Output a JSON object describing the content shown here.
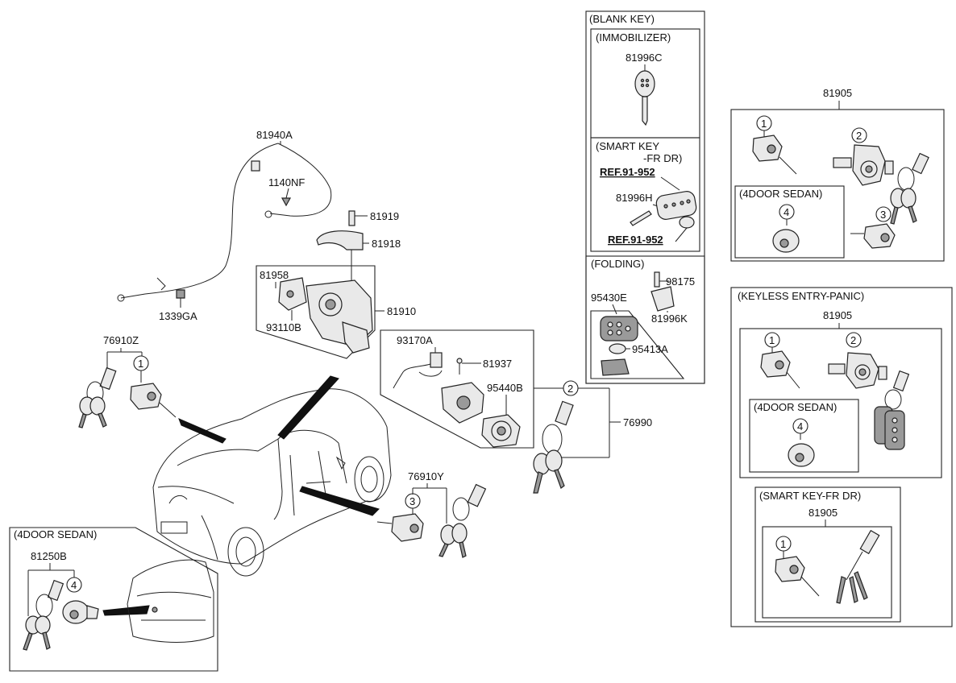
{
  "labels": {
    "p81940A": "81940A",
    "p1140NF": "1140NF",
    "p1339GA": "1339GA",
    "p81919": "81919",
    "p81918": "81918",
    "p81958": "81958",
    "p81910": "81910",
    "p93110B": "93110B",
    "p93170A": "93170A",
    "p81937": "81937",
    "p95440B": "95440B",
    "p76990": "76990",
    "p76910Z": "76910Z",
    "p76910Y": "76910Y",
    "p81250B": "81250B",
    "p81996C": "81996C",
    "p81996H": "81996H",
    "p95430E": "95430E",
    "p98175": "98175",
    "p81996K": "81996K",
    "p95413A": "95413A",
    "p81905_top": "81905",
    "p81905_keyless": "81905",
    "p81905_smart": "81905"
  },
  "boxes": {
    "blank_key": "(BLANK KEY)",
    "immobilizer": "(IMMOBILIZER)",
    "smart_key_line1": "(SMART KEY",
    "smart_key_line2": "-FR DR)",
    "ref_1": "REF.91-952",
    "ref_2": "REF.91-952",
    "folding": "(FOLDING)",
    "sedan_top": "(4DOOR SEDAN)",
    "keyless": "(KEYLESS ENTRY-PANIC)",
    "sedan_keyless": "(4DOOR SEDAN)",
    "smart_fr_dr": "(SMART KEY-FR DR)",
    "sedan_bottom_left": "(4DOOR SEDAN)"
  },
  "callouts": {
    "c1": "1",
    "c2": "2",
    "c3": "3",
    "c4": "4"
  }
}
